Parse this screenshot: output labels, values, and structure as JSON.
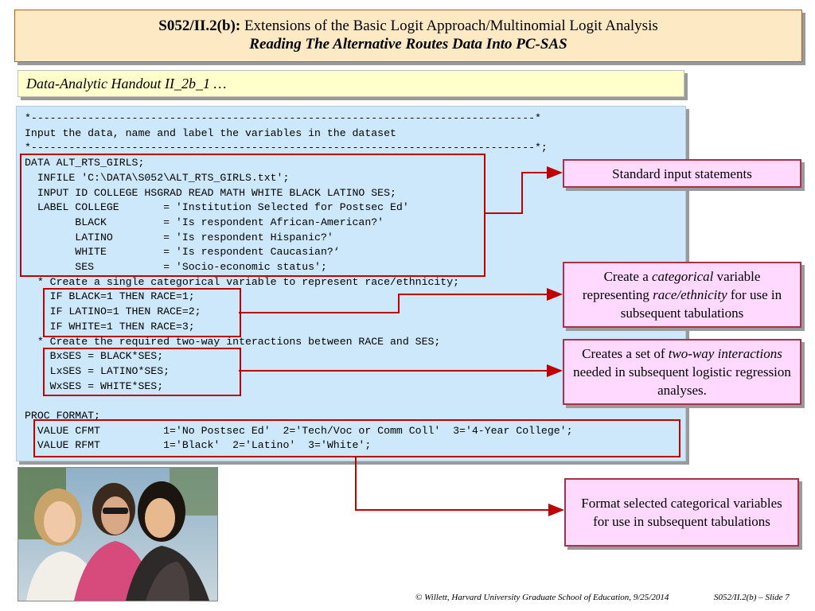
{
  "title": {
    "code": "S052/II.2(b):",
    "text": " Extensions of the Basic Logit Approach/Multinomial Logit Analysis",
    "subtitle": "Reading The Alternative Routes Data Into PC-SAS"
  },
  "handout": "Data-Analytic Handout II_2b_1 …",
  "code_lines": [
    "*--------------------------------------------------------------------------------*",
    "Input the data, name and label the variables in the dataset",
    "*--------------------------------------------------------------------------------*;",
    "DATA ALT_RTS_GIRLS;",
    "  INFILE 'C:\\DATA\\S052\\ALT_RTS_GIRLS.txt';",
    "  INPUT ID COLLEGE HSGRAD READ MATH WHITE BLACK LATINO SES;",
    "  LABEL COLLEGE       = 'Institution Selected for Postsec Ed'",
    "        BLACK         = 'Is respondent African-American?'",
    "        LATINO        = 'Is respondent Hispanic?'",
    "        WHITE         = 'Is respondent Caucasian?‘",
    "        SES           = 'Socio-economic status';",
    "  * Create a single categorical variable to represent race/ethnicity;",
    "    IF BLACK=1 THEN RACE=1;",
    "    IF LATINO=1 THEN RACE=2;",
    "    IF WHITE=1 THEN RACE=3;",
    "  * Create the required two-way interactions between RACE and SES;",
    "    BxSES = BLACK*SES;",
    "    LxSES = LATINO*SES;",
    "    WxSES = WHITE*SES;",
    "",
    "PROC FORMAT;",
    "  VALUE CFMT          1='No Postsec Ed'  2='Tech/Voc or Comm Coll'  3='4-Year College';",
    "  VALUE RFMT          1='Black'  2='Latino'  3='White';"
  ],
  "callouts": {
    "input": {
      "text": "Standard input statements"
    },
    "race": {
      "pre": "Create a ",
      "em1": "categorical",
      "mid": " variable representing ",
      "em2": "race/ethnicity",
      "post": " for use in subsequent tabulations"
    },
    "interactions": {
      "pre": "Creates a set of ",
      "em1": "two-way interactions",
      "post": " needed in subsequent logistic regression analyses."
    },
    "format": {
      "text": "Format selected categorical variables for use in subsequent tabulations"
    }
  },
  "footer": {
    "copyright": "© Willett, Harvard University Graduate School of Education, 9/25/2014",
    "slide": "S052/II.2(b) – Slide 7"
  },
  "colors": {
    "title_bg": "#fde9c4",
    "title_border": "#c55a11",
    "code_bg": "#cce8fa",
    "handout_bg": "#ffffcc",
    "callout_bg": "#ffd9ff",
    "highlight_red": "#c00000"
  }
}
